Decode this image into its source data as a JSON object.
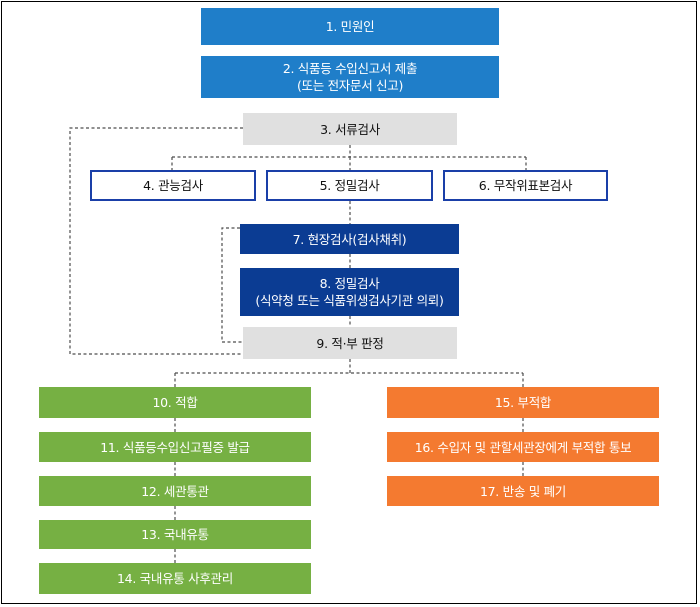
{
  "flow": {
    "step1": {
      "label": "1. 민원인"
    },
    "step2": {
      "line1": "2. 식품등 수입신고서 제출",
      "line2": "(또는 전자문서 신고)"
    },
    "step3": {
      "label": "3. 서류검사"
    },
    "step4": {
      "label": "4. 관능검사"
    },
    "step5": {
      "label": "5. 정밀검사"
    },
    "step6": {
      "label": "6. 무작위표본검사"
    },
    "step7": {
      "label": "7. 현장검사(검사채취)"
    },
    "step8": {
      "line1": "8. 정밀검사",
      "line2": "(식약청 또는 식품위생검사기관 의뢰)"
    },
    "step9": {
      "label": "9. 적·부 판정"
    },
    "step10": {
      "label": "10. 적합"
    },
    "step11": {
      "label": "11. 식품등수입신고필증 발급"
    },
    "step12": {
      "label": "12. 세관통관"
    },
    "step13": {
      "label": "13. 국내유통"
    },
    "step14": {
      "label": "14. 국내유통 사후관리"
    },
    "step15": {
      "label": "15. 부적합"
    },
    "step16": {
      "label": "16. 수입자 및 관할세관장에게 부적합 통보"
    },
    "step17": {
      "label": "17. 반송 및 폐기"
    }
  },
  "colors": {
    "applicant_blue": "#1f7ec9",
    "lab_navy": "#0b3c93",
    "review_gray": "#e0e0e0",
    "outline_blue": "#1a3fa8",
    "pass_green": "#76b043",
    "fail_orange": "#f47a30"
  }
}
